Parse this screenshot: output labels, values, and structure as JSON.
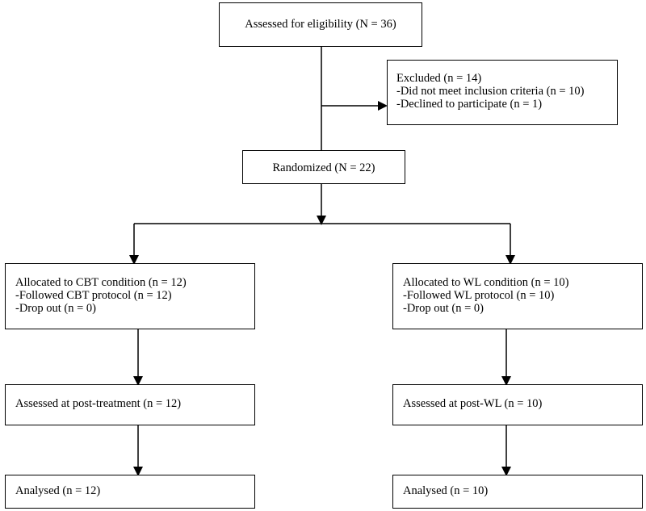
{
  "flowchart": {
    "assessed": {
      "label": "Assessed for eligibility (N = 36)"
    },
    "excluded": {
      "lines": [
        "Excluded (n = 14)",
        "-Did not meet inclusion criteria (n = 10)",
        "-Declined to participate (n = 1)"
      ]
    },
    "randomized": {
      "label": "Randomized (N = 22)"
    },
    "cbt_allocation": {
      "lines": [
        "Allocated to CBT condition (n = 12)",
        "-Followed CBT protocol (n = 12)",
        "-Drop out (n = 0)"
      ]
    },
    "wl_allocation": {
      "lines": [
        "Allocated to WL condition (n = 10)",
        "-Followed WL protocol (n = 10)",
        "-Drop out (n = 0)"
      ]
    },
    "cbt_post": {
      "label": "Assessed at post-treatment (n = 12)"
    },
    "wl_post": {
      "label": "Assessed at post-WL (n = 10)"
    },
    "cbt_analysed": {
      "label": "Analysed (n = 12)"
    },
    "wl_analysed": {
      "label": "Analysed (n = 10)"
    }
  },
  "colors": {
    "line": "#000000",
    "box_border": "#000000",
    "background": "#ffffff"
  }
}
